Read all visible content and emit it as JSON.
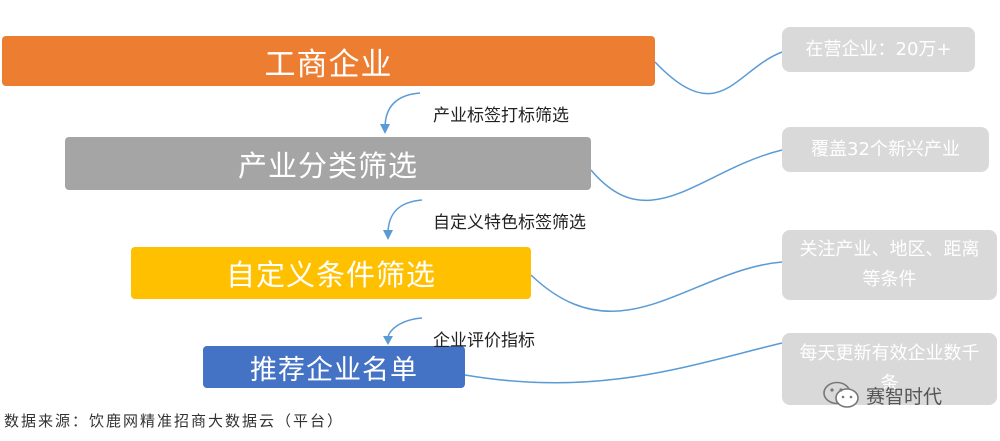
{
  "stages": [
    {
      "label": "工商企业",
      "color": "#ED7D31"
    },
    {
      "label": "产业分类筛选",
      "color": "#A5A5A5"
    },
    {
      "label": "自定义条件筛选",
      "color": "#FFC000"
    },
    {
      "label": "推荐企业名单",
      "color": "#4472C4"
    }
  ],
  "steps": [
    {
      "label": "产业标签打标筛选"
    },
    {
      "label": "自定义特色标签筛选"
    },
    {
      "label": "企业评价指标"
    }
  ],
  "notes": [
    {
      "text": "在营企业：20万+"
    },
    {
      "text": "覆盖32个新兴产业"
    },
    {
      "text": "关注产业、地区、距离等条件"
    },
    {
      "text": "每天更新有效企业数千条"
    }
  ],
  "source": "数据来源：饮鹿网精准招商大数据云（平台）",
  "watermark": "赛智时代",
  "colors": {
    "note_bg": "#D9D9D9",
    "connector": "#5B9BD5",
    "arrow": "#5B9BD5"
  }
}
